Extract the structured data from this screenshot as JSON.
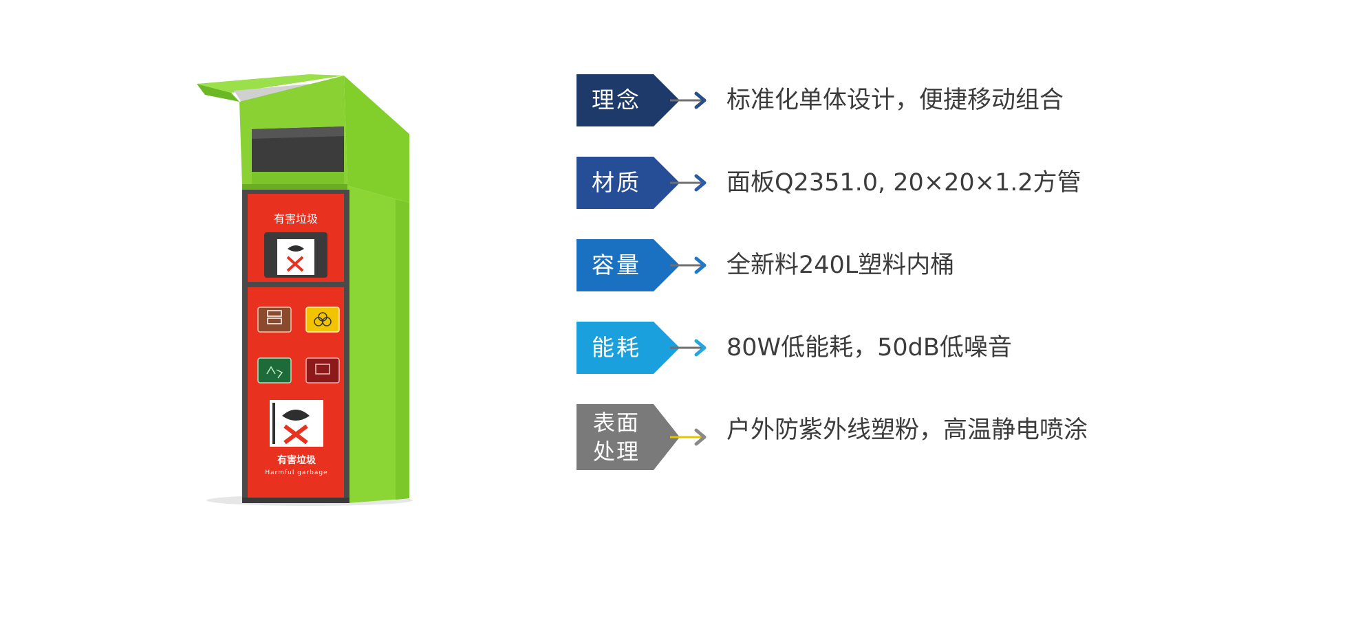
{
  "product": {
    "upper_panel_label": "有害垃圾",
    "lower_panel_label": "有害垃圾",
    "lower_panel_sublabel": "Harmful garbage",
    "icons": [
      {
        "name": "battery-icon",
        "color": "#8b4a2b"
      },
      {
        "name": "biohazard-icon",
        "color": "#f2c400"
      },
      {
        "name": "recycle-icon",
        "color": "#1e6b3a"
      },
      {
        "name": "other-waste-icon",
        "color": "#8c1a1a"
      }
    ],
    "colors": {
      "green": "#86d12e",
      "red": "#e8311f",
      "frame": "#4a4a4a"
    }
  },
  "features": [
    {
      "tag": "理念",
      "desc": "标准化单体设计，便捷移动组合",
      "color": "#1d3a6b",
      "arrow_color": "#2a4e86"
    },
    {
      "tag": "材质",
      "desc": "面板Q2351.0, 20×20×1.2方管",
      "color": "#264e97",
      "arrow_color": "#2a5ca8"
    },
    {
      "tag": "容量",
      "desc": "全新料240L塑料内桶",
      "color": "#1a70c1",
      "arrow_color": "#1f78c8"
    },
    {
      "tag": "能耗",
      "desc": "80W低能耗，50dB低噪音",
      "color": "#1aa0dc",
      "arrow_color": "#22a7de"
    },
    {
      "tag": "表面\n处理",
      "tag_line1": "表面",
      "tag_line2": "处理",
      "desc": "户外防紫外线塑粉，高温静电喷涂",
      "color": "#7a7a7a",
      "arrow_color": "#8a8a8a"
    }
  ]
}
